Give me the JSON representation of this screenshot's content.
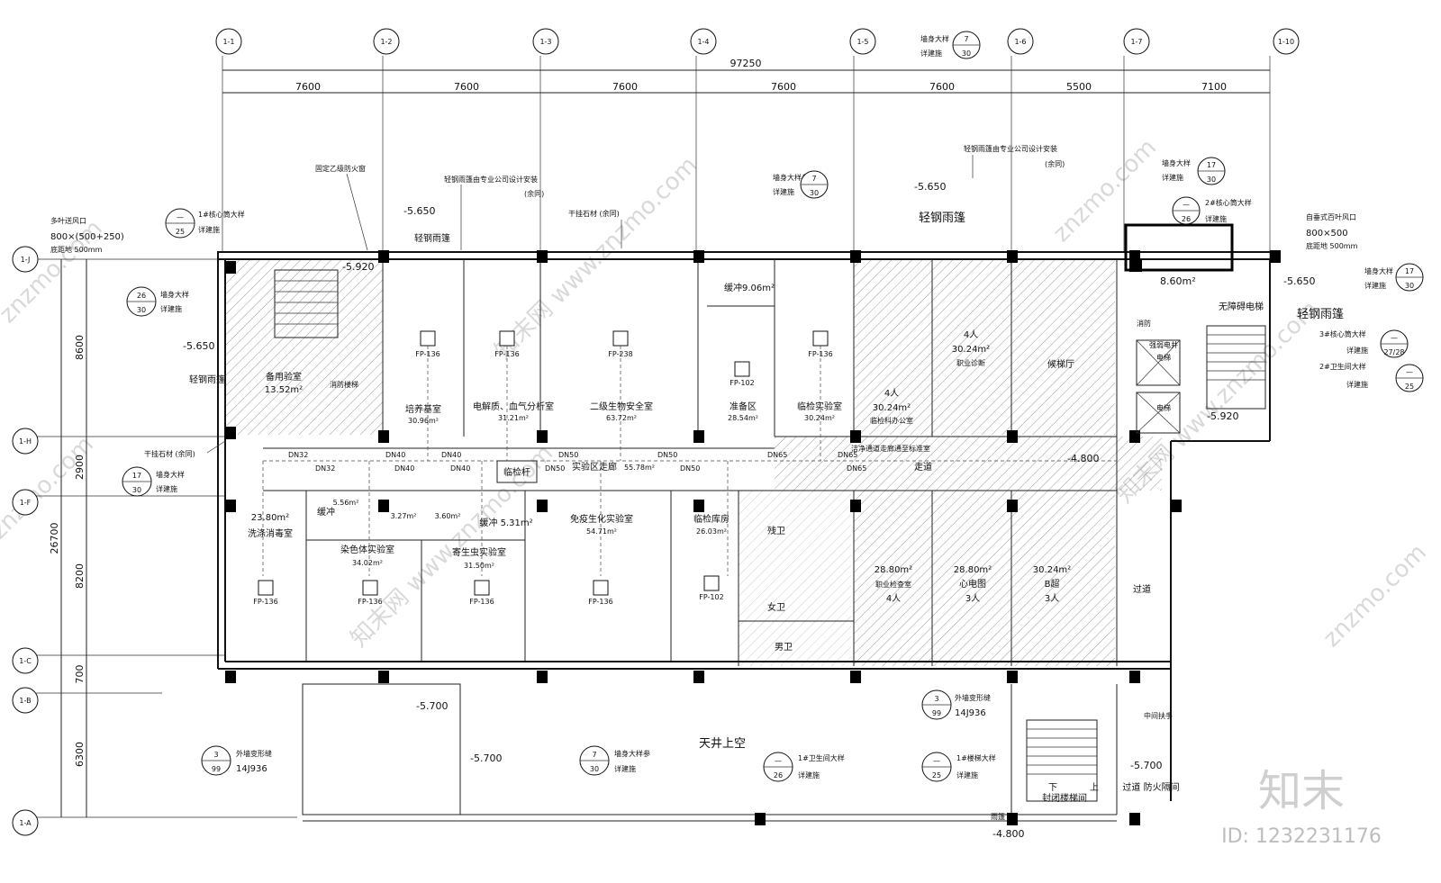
{
  "axes_top": [
    "1-1",
    "1-2",
    "1-3",
    "1-4",
    "1-5",
    "1-6",
    "1-7",
    "1-10"
  ],
  "axes_left": [
    "1-J",
    "1-H",
    "1-F",
    "1-C",
    "1-B",
    "1-A"
  ],
  "dims_top_total": "97250",
  "dims_top": [
    "7600",
    "7600",
    "7600",
    "7600",
    "7600",
    "5500",
    "7100"
  ],
  "dims_left_total": "26700",
  "dims_left": [
    "8600",
    "2900",
    "8200",
    "700",
    "6300"
  ],
  "rooms": {
    "spare": "备用验室",
    "spare_area": "13.52m²",
    "culture": "培养基室",
    "culture_area": "30.96m²",
    "electro": "电解质、血气分析室",
    "electro_area": "31.21m²",
    "biosafe": "二级生物安全室",
    "biosafe_area": "63.72m²",
    "buffer_top": "缓冲9.06m²",
    "prep": "准备区",
    "prep_area": "28.54m²",
    "clinic_lab": "临检实验室",
    "clinic_lab_area": "30.24m²",
    "office": "临检科办公室",
    "office_area": "30.24m²",
    "office_people": "4人",
    "diag": "职业诊断",
    "diag_area": "30.24m²",
    "diag_people": "4人",
    "stairhall": "候梯厅",
    "corridor": "走道",
    "lab_corridor": "实验区走廊",
    "lab_corridor_area": "55.78m²",
    "wash": "洗涤消毒室",
    "wash_area": "23.80m²",
    "buffer_a": "缓冲",
    "buffer_a_area": "5.56m²",
    "small1": "3.27m²",
    "small2": "3.60m²",
    "buffer_b": "缓冲 5.31m²",
    "chromo": "染色体实验室",
    "chromo_area": "34.02m²",
    "parasite": "寄生虫实验室",
    "parasite_area": "31.50m²",
    "immuno": "免疫生化实验室",
    "immuno_area": "54.71m²",
    "storage": "临检库房",
    "storage_area": "26.03m²",
    "disabled_wc": "残卫",
    "female_wc": "女卫",
    "male_wc": "男卫",
    "exam_area": "28.80m²",
    "exam": "职业检查室",
    "exam_people": "4人",
    "ecg_area": "28.80m²",
    "ecg": "心电图",
    "ecg_people": "3人",
    "bscan_area": "30.24m²",
    "bscan": "B超",
    "bscan_people": "3人",
    "passage": "过道",
    "atrium": "天井上空",
    "closed_stair": "封闭楼梯间",
    "smoke_room": "过道\n防火隔间",
    "stair_down": "下",
    "stair_up": "上",
    "accessible": "无障碍电梯",
    "fire_lift": "消防",
    "elevator1": "电梯",
    "elevator2": "电梯",
    "pipe_well": "强弱电井",
    "fire_stair": "消防楼梯"
  },
  "notes": {
    "fixed_window": "固定乙级防火窗",
    "canopy_note1": "轻钢雨篷由专业公司设计安装",
    "canopy_note1_b": "(余同)",
    "canopy_note2": "轻钢雨篷由专业公司设计安装",
    "canopy_note2_b": "(余同)",
    "hanging_stone1": "干挂石材 (余同)",
    "hanging_stone2": "干挂石材 (余同)",
    "light_canopy": "轻钢雨篷",
    "light_canopy2": "轻钢雨篷",
    "light_canopy3": "轻钢雨篷",
    "light_canopy4": "轻钢雨篷",
    "vent_left": "多叶送风口",
    "vent_left_size": "800×(500+250)",
    "vent_left_h": "底距地 500mm",
    "vent_right": "自垂式百叶风口",
    "vent_right_size": "800×500",
    "vent_right_h": "底距地 500mm",
    "sampling": "临检杆",
    "clean_note": "洁净通道走廊通至标准室",
    "handrail": "中间扶手",
    "expansion": "外墙变形缝",
    "std": "14J936",
    "detail": "详建施",
    "wall_detail": "墙身大样",
    "wall_detail_ref": "墙身大样参",
    "core1": "1#核心筒大样",
    "core2": "2#核心筒大样",
    "core3": "3#核心筒大样",
    "wc1": "1#卫生间大样",
    "wc2": "2#卫生间大样",
    "stair1": "1#楼梯大样",
    "rain": "雨篷",
    "dn32": "DN32",
    "dn40": "DN40",
    "dn50": "DN50",
    "dn65": "DN65"
  },
  "levels": [
    "-5.920",
    "-5.650",
    "-5.650",
    "-5.650",
    "-5.920",
    "-4.800",
    "-5.700",
    "-5.700",
    "-5.700",
    "-4.800",
    "8.60m²"
  ],
  "fan_units": [
    "FP-136",
    "FP-136",
    "FP-238",
    "FP-102",
    "FP-136",
    "FP-136",
    "FP-136",
    "FP-136",
    "FP-136",
    "FP-102"
  ],
  "refs": {
    "r1_top": "7",
    "r1_bot": "30",
    "r2_top": "7",
    "r2_bot": "30",
    "r3_top": "—",
    "r3_bot": "25",
    "r4_top": "26",
    "r4_bot": "30",
    "r5_top": "17",
    "r5_bot": "30",
    "r6_top": "17",
    "r6_bot": "30",
    "r7_top": "—",
    "r7_bot": "26",
    "r8_top": "17",
    "r8_bot": "30",
    "r9_top": "—",
    "r9_bot": "27/28",
    "r10_top": "—",
    "r10_bot": "25",
    "r11_top": "3",
    "r11_bot": "99",
    "r12_top": "3",
    "r12_bot": "99",
    "r13_top": "7",
    "r13_bot": "30",
    "r14_top": "—",
    "r14_bot": "26",
    "r15_top": "—",
    "r15_bot": "25"
  },
  "watermark": {
    "brand": "知末",
    "site": "znzmo.com",
    "site_cn": "知末网 www.znzmo.com",
    "id_label": "ID: 1232231176"
  }
}
